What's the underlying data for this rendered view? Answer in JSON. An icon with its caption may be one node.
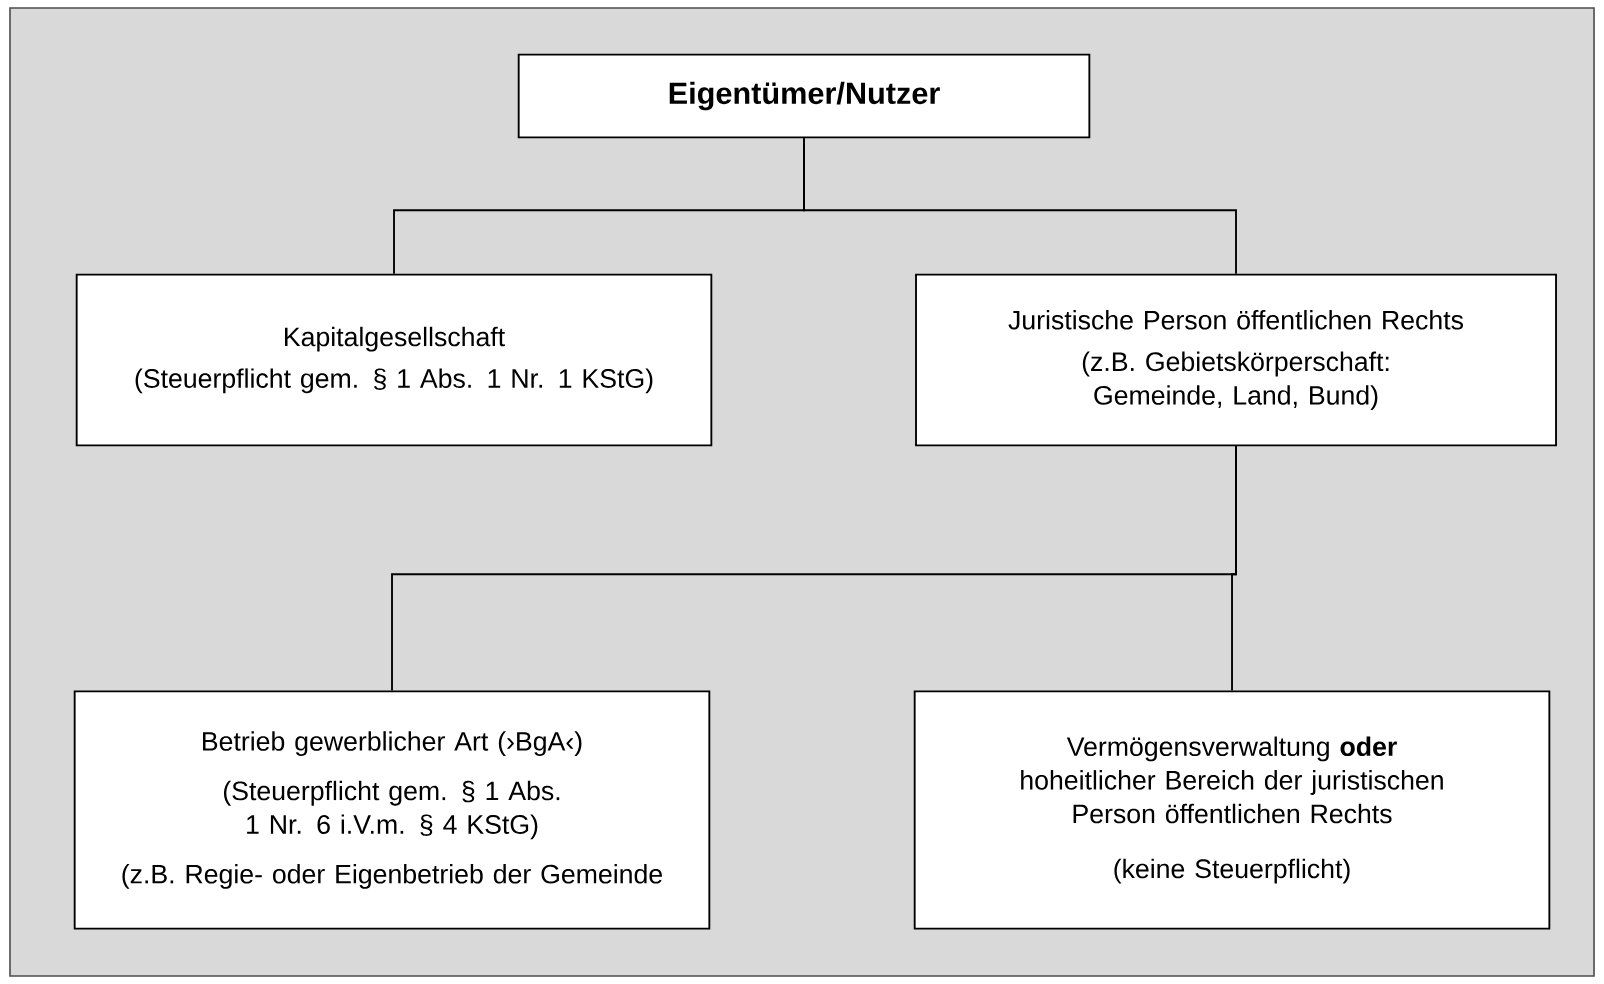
{
  "diagram": {
    "nodes": [
      {
        "text": [
          "Eigentümer/Nutzer"
        ]
      },
      {
        "text": [
          "Kapitalgesellschaft",
          "(Steuerpflicht gem. § 1 Abs. 1 Nr. 1 KStG)"
        ]
      },
      {
        "text": [
          "Juristische Person öffentlichen Rechts",
          "(z.B. Gebietskörperschaft: Gemeinde, Land, Bund)"
        ]
      },
      {
        "text": [
          "Betrieb gewerblicher Art (›BgA‹)",
          "(Steuerpflicht gem. § 1 Abs. 1 Nr. 6 i.V.m. § 4 KStG)",
          "(z.B. Regie- oder Eigenbetrieb der Gemeinde"
        ]
      },
      {
        "text": [
          "Vermögensverwaltung **oder** hoheitlicher Bereich der juristischen Person öffentlichen Rechts",
          "(keine Steuerpflicht)"
        ]
      }
    ],
    "edges": [
      {
        "from": 0,
        "to": 1,
        "arrow": "none"
      },
      {
        "from": 0,
        "to": 2,
        "arrow": "none"
      },
      {
        "from": 2,
        "to": 3,
        "arrow": "none"
      },
      {
        "from": 2,
        "to": 4,
        "arrow": "none"
      }
    ]
  }
}
